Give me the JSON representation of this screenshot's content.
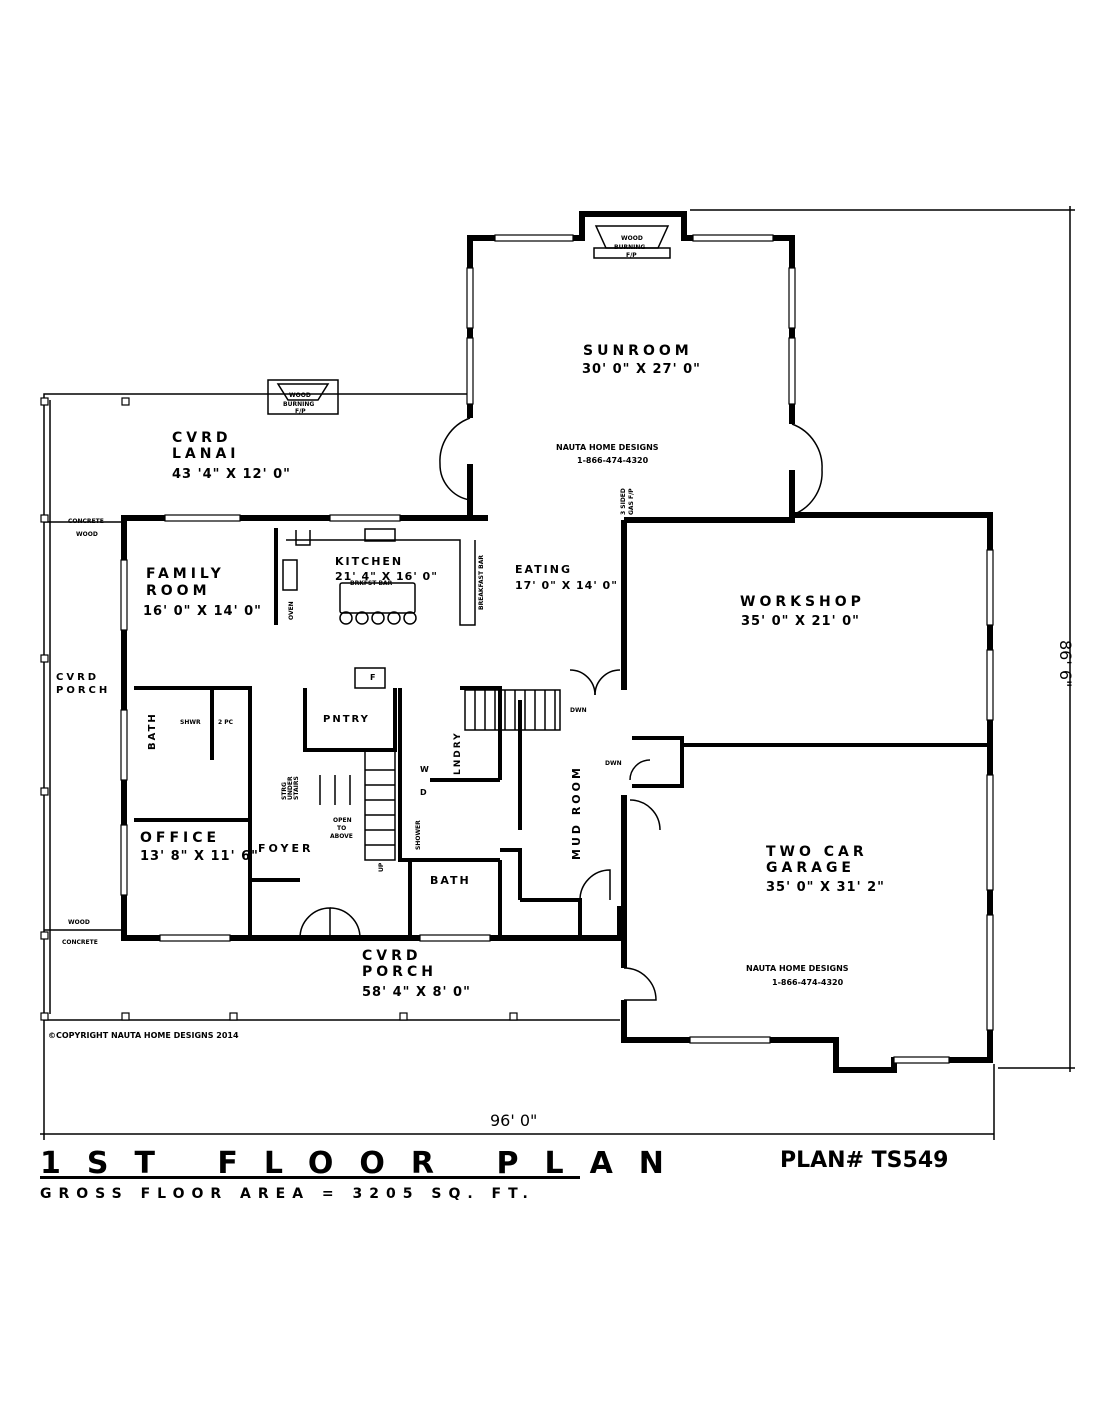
{
  "title": "1ST FLOOR PLAN",
  "gross_area": "GROSS FLOOR AREA = 3205 SQ. FT.",
  "plan_number": "PLAN# TS549",
  "copyright": "©COPYRIGHT NAUTA HOME DESIGNS 2014",
  "dimensions": {
    "overall_width": "96' 0\"",
    "overall_depth": "86' 6\""
  },
  "rooms": {
    "sunroom": {
      "name": "SUNROOM",
      "size": "30' 0\" X 27' 0\""
    },
    "lanai": {
      "name1": "CVRD",
      "name2": "LANAI",
      "size": "43 '4\" X 12' 0\""
    },
    "family": {
      "name1": "FAMILY",
      "name2": "ROOM",
      "size": "16' 0\" X 14' 0\""
    },
    "kitchen": {
      "name": "KITCHEN",
      "size": "21' 4\" X 16' 0\""
    },
    "eating": {
      "name": "EATING",
      "size": "17' 0\" X 14' 0\""
    },
    "workshop": {
      "name": "WORKSHOP",
      "size": "35' 0\" X 21' 0\""
    },
    "garage": {
      "name1": "TWO CAR",
      "name2": "GARAGE",
      "size": "35' 0\" X 31' 2\""
    },
    "side_porch": {
      "name1": "CVRD",
      "name2": "PORCH"
    },
    "front_porch": {
      "name1": "CVRD",
      "name2": "PORCH",
      "size": "58' 4\" X 8' 0\""
    },
    "office": {
      "name": "OFFICE",
      "size": "13' 8\" X 11' 6\""
    },
    "foyer": {
      "name": "FOYER"
    },
    "pantry": {
      "name": "PNTRY"
    },
    "laundry": {
      "name": "LNDRY"
    },
    "mudroom": {
      "name": "MUD ROOM"
    },
    "bath1": {
      "name": "BATH"
    },
    "bath2": {
      "name": "BATH"
    }
  },
  "notes": {
    "watermark_name": "NAUTA HOME DESIGNS",
    "watermark_phone": "1-866-474-4320",
    "fireplace_l1": "WOOD",
    "fireplace_l2": "BURNING",
    "fireplace_l3": "F/P",
    "gas_fp_1": "3 SIDED",
    "gas_fp_2": "GAS F/P",
    "concrete": "CONCRETE",
    "wood": "WOOD",
    "dwn": "DWN",
    "up": "UP",
    "open_1": "OPEN",
    "open_2": "TO",
    "open_3": "ABOVE",
    "stg_1": "STRG",
    "stg_2": "UNDER",
    "stg_3": "STAIRS",
    "shwr": "SHWR",
    "two_pc": "2 PC",
    "shower": "SHOWER",
    "oven": "OVEN",
    "brkfst_bar": "BRKFST BAR",
    "breakfast_bar": "BREAKFAST BAR",
    "fridge": "F",
    "d": "D",
    "w": "W"
  }
}
